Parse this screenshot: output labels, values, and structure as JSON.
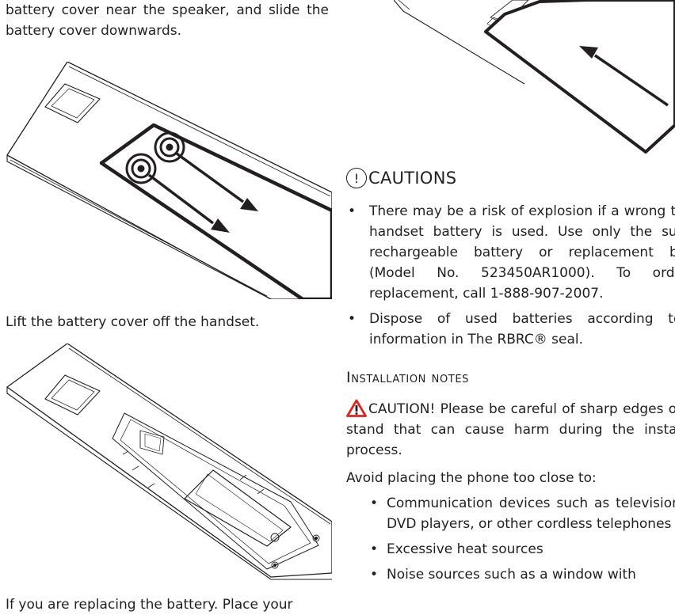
{
  "left_column": {
    "intro_text": "battery cover near the speaker, and slide the battery cover downwards.",
    "lift_text": "Lift the battery cover off the handset.",
    "replace_text": "If you are replacing the battery. Place your"
  },
  "cautions": {
    "icon": "exclamation-circle-icon",
    "icon_glyph": "!",
    "title": "CAUTIONS",
    "bullet_glyph": "•",
    "items": [
      "There may be a risk of explosion if a wrong type of handset battery is used. Use only the supplied rechargeable battery or replacement battery (Model No. 523450AR1000). To order a replacement, call 1-888-907-2007.",
      "Dispose of used batteries according to the information in The RBRC® seal."
    ]
  },
  "installation": {
    "title": "Installation notes",
    "warning_icon": "warning-triangle-icon",
    "warning_color": "#e2231a",
    "caution_text": "CAUTION! Please be careful of sharp edges of base stand that can cause harm during the installation process.",
    "avoid_text": "Avoid placing the phone too close to:",
    "items": [
      "Communication devices such as television sets, DVD players, or other cordless telephones",
      "Excessive heat sources",
      "Noise sources such as a window with"
    ]
  }
}
